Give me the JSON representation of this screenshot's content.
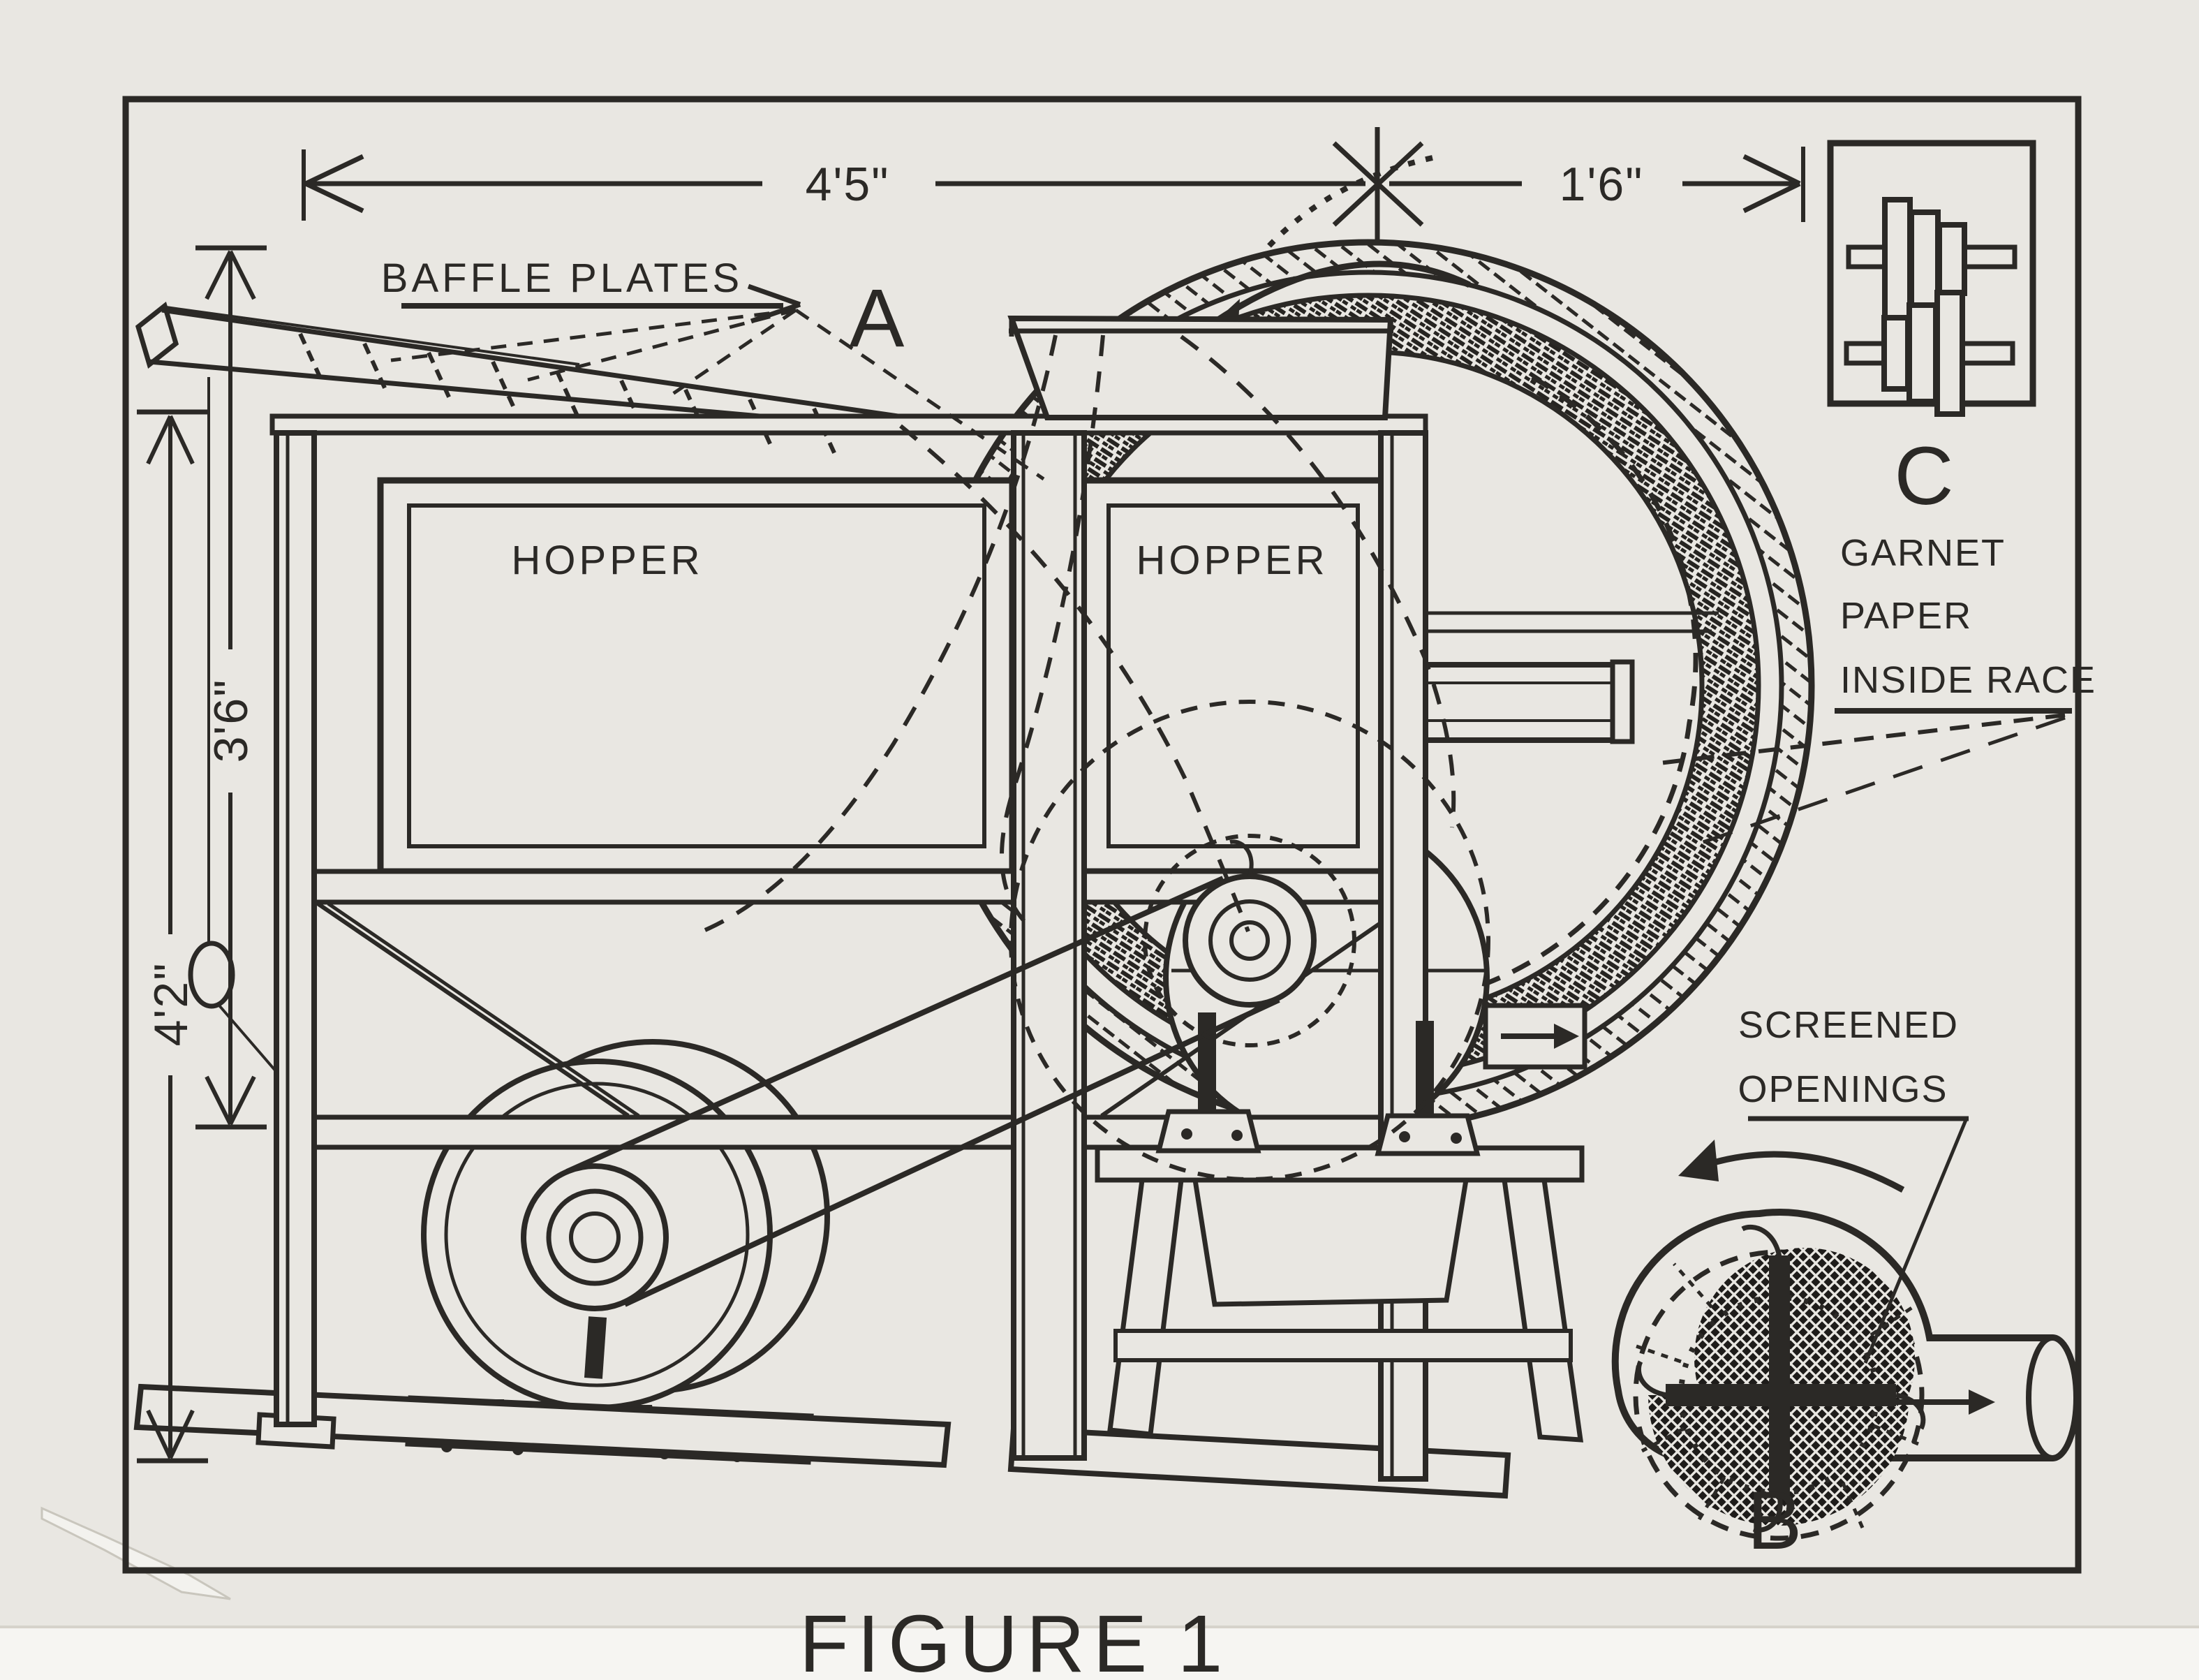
{
  "figure": {
    "caption": "FIGURE",
    "number": "1"
  },
  "dimensions": {
    "top_main_width": "4'5\"",
    "top_right_width": "1'6\"",
    "left_inner_height": "3'6\"",
    "left_outer_height": "4'2\""
  },
  "labels": {
    "baffle_plates": "BAFFLE PLATES",
    "hopper_left": "HOPPER",
    "hopper_right": "HOPPER",
    "garnet_line1": "GARNET",
    "garnet_line2": "PAPER",
    "garnet_line3": "INSIDE RACE",
    "screened_line1": "SCREENED",
    "screened_line2": "OPENINGS"
  },
  "views": {
    "main_view_letter": "A",
    "blower_detail_letter": "B",
    "pulley_detail_letter": "C"
  },
  "icons": [
    "wheel-rotation-arrow-icon",
    "blower-rotation-arrow-icon",
    "outlet-flow-arrow-icon",
    "dimension-arrow-icon"
  ],
  "colors": {
    "paper": "#e9e7e2",
    "paper_light": "#f6f5f2",
    "ink": "#2b2926"
  }
}
